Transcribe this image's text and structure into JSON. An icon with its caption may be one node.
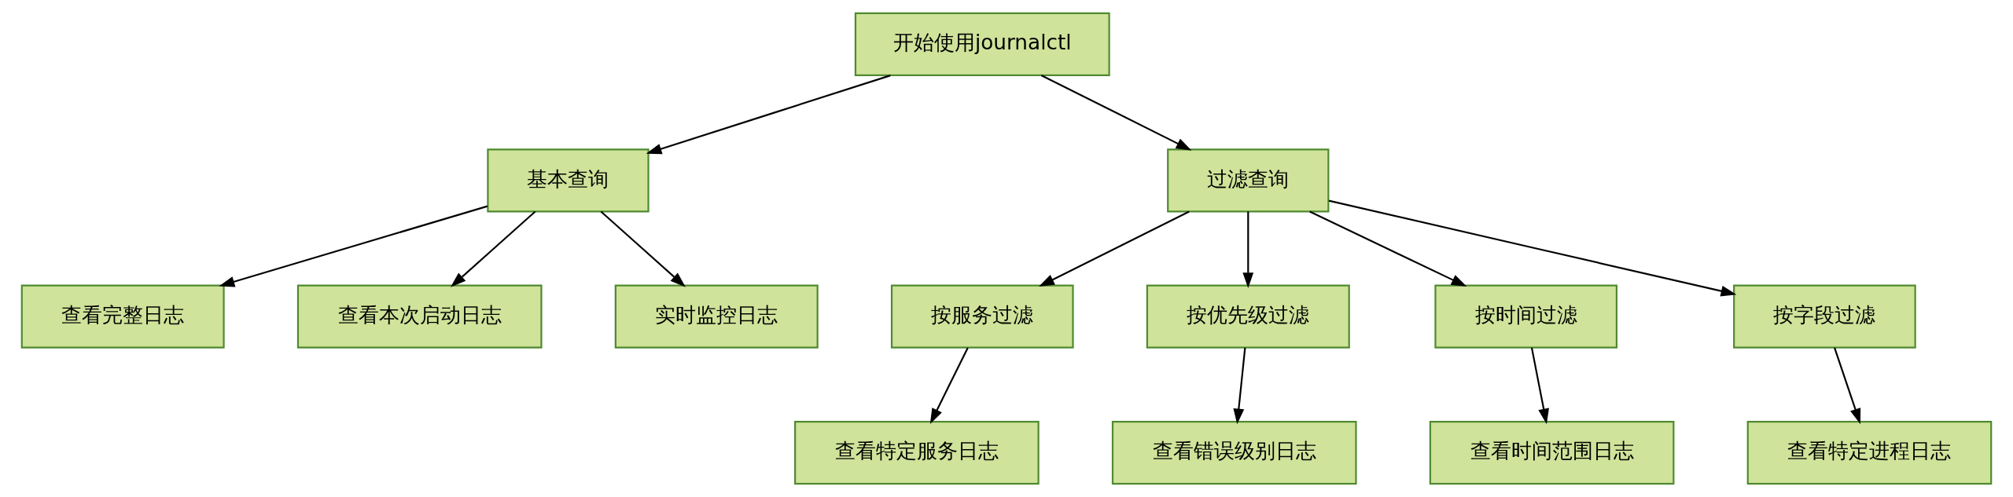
{
  "diagram": {
    "nodes": [
      {
        "text": [
          "开始使用journalctl"
        ]
      },
      {
        "text": [
          "基本查询"
        ]
      },
      {
        "text": [
          "过滤查询"
        ]
      },
      {
        "text": [
          "查看完整日志"
        ]
      },
      {
        "text": [
          "查看本次启动日志"
        ]
      },
      {
        "text": [
          "实时监控日志"
        ]
      },
      {
        "text": [
          "按服务过滤"
        ]
      },
      {
        "text": [
          "按优先级过滤"
        ]
      },
      {
        "text": [
          "按时间过滤"
        ]
      },
      {
        "text": [
          "按字段过滤"
        ]
      },
      {
        "text": [
          "查看特定服务日志"
        ]
      },
      {
        "text": [
          "查看错误级别日志"
        ]
      },
      {
        "text": [
          "查看时间范围日志"
        ]
      },
      {
        "text": [
          "查看特定进程日志"
        ]
      }
    ],
    "edges": [
      {
        "from": 0,
        "to": 1,
        "arrow": "to"
      },
      {
        "from": 0,
        "to": 2,
        "arrow": "to"
      },
      {
        "from": 1,
        "to": 3,
        "arrow": "to"
      },
      {
        "from": 1,
        "to": 4,
        "arrow": "to"
      },
      {
        "from": 1,
        "to": 5,
        "arrow": "to"
      },
      {
        "from": 2,
        "to": 6,
        "arrow": "to"
      },
      {
        "from": 2,
        "to": 7,
        "arrow": "to"
      },
      {
        "from": 2,
        "to": 8,
        "arrow": "to"
      },
      {
        "from": 2,
        "to": 9,
        "arrow": "to"
      },
      {
        "from": 6,
        "to": 10,
        "arrow": "to"
      },
      {
        "from": 7,
        "to": 11,
        "arrow": "to"
      },
      {
        "from": 8,
        "to": 12,
        "arrow": "to"
      },
      {
        "from": 9,
        "to": 13,
        "arrow": "to"
      }
    ]
  }
}
